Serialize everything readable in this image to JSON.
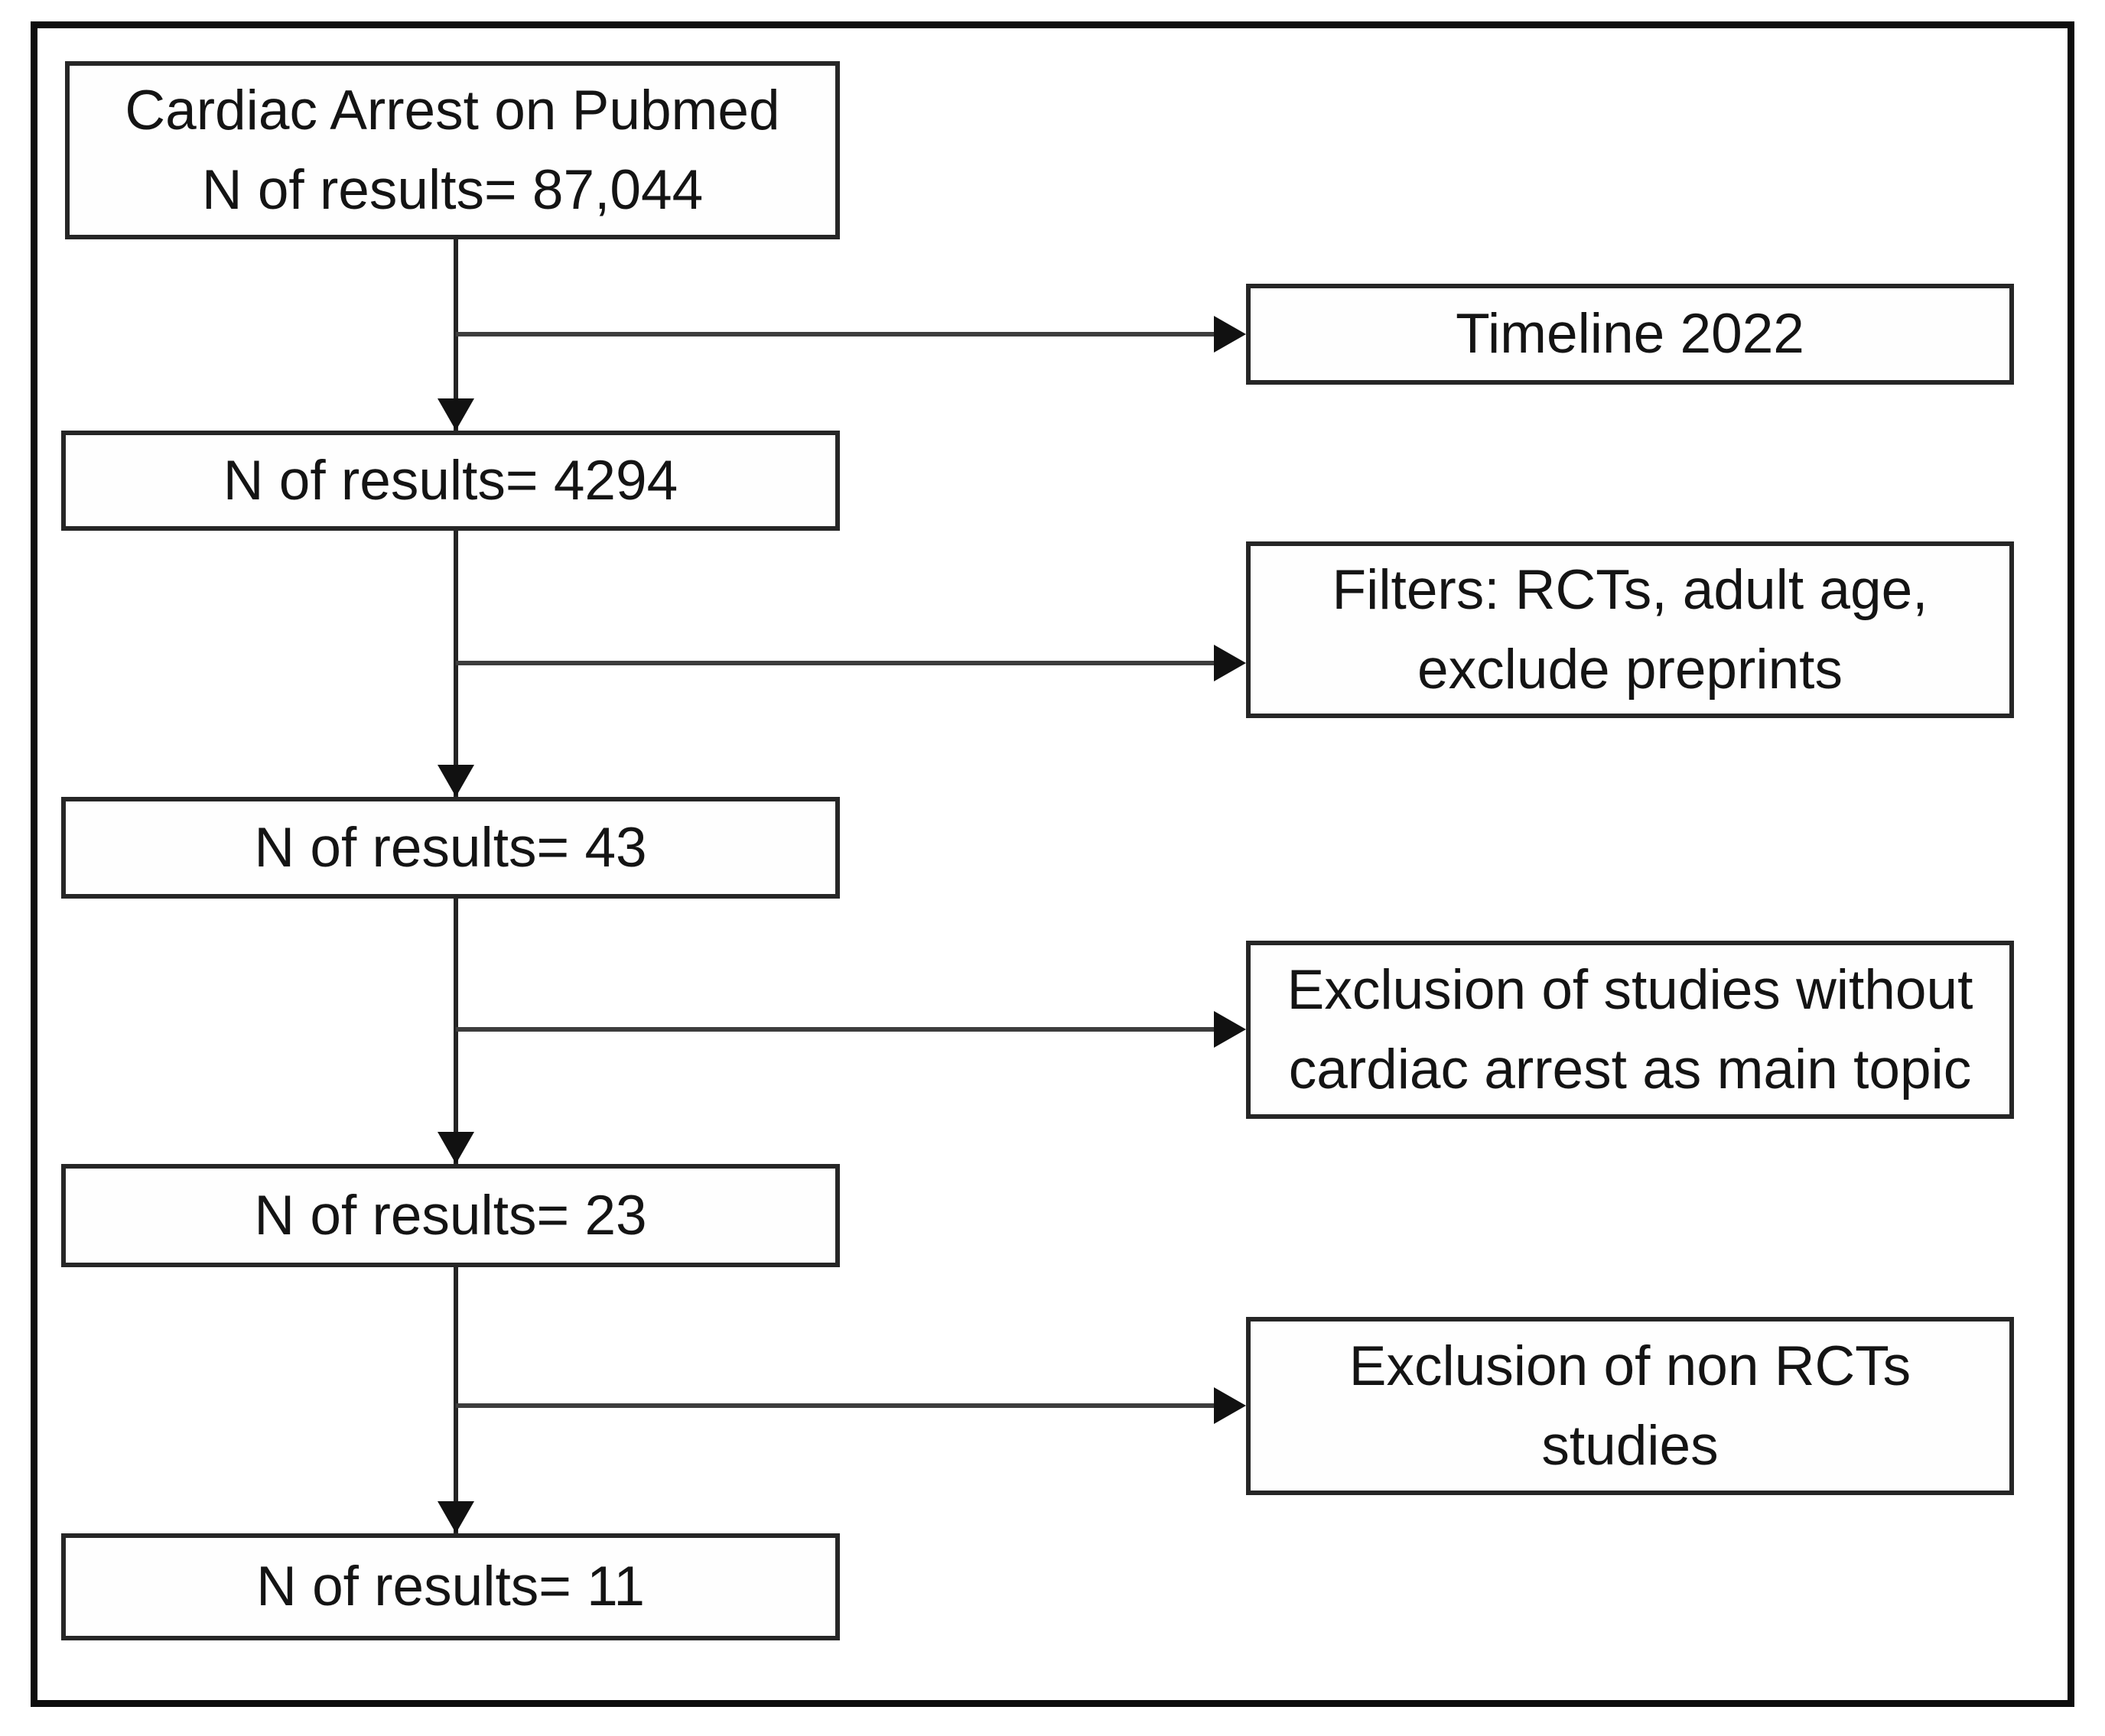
{
  "flowchart": {
    "title_hint": "PubMed search flow diagram",
    "colors": {
      "frame": "#0d0d0d",
      "box_border": "#262626",
      "text": "#141414",
      "line": "#3d3d3d"
    },
    "main_boxes": [
      {
        "id": "search",
        "label": "Cardiac Arrest on Pubmed\nN of results= 87,044"
      },
      {
        "id": "results-4294",
        "label": "N of results= 4294"
      },
      {
        "id": "results-43",
        "label": "N of results= 43"
      },
      {
        "id": "results-23",
        "label": "N of results= 23"
      },
      {
        "id": "results-11",
        "label": "N of results= 11"
      }
    ],
    "side_boxes": [
      {
        "id": "timeline",
        "label": "Timeline 2022"
      },
      {
        "id": "filters",
        "label": "Filters: RCTs, adult age,\nexclude preprints"
      },
      {
        "id": "exclusion-topic",
        "label": "Exclusion of studies without\ncardiac arrest as main topic"
      },
      {
        "id": "exclusion-rcts",
        "label": "Exclusion of non RCTs\nstudies"
      }
    ]
  }
}
